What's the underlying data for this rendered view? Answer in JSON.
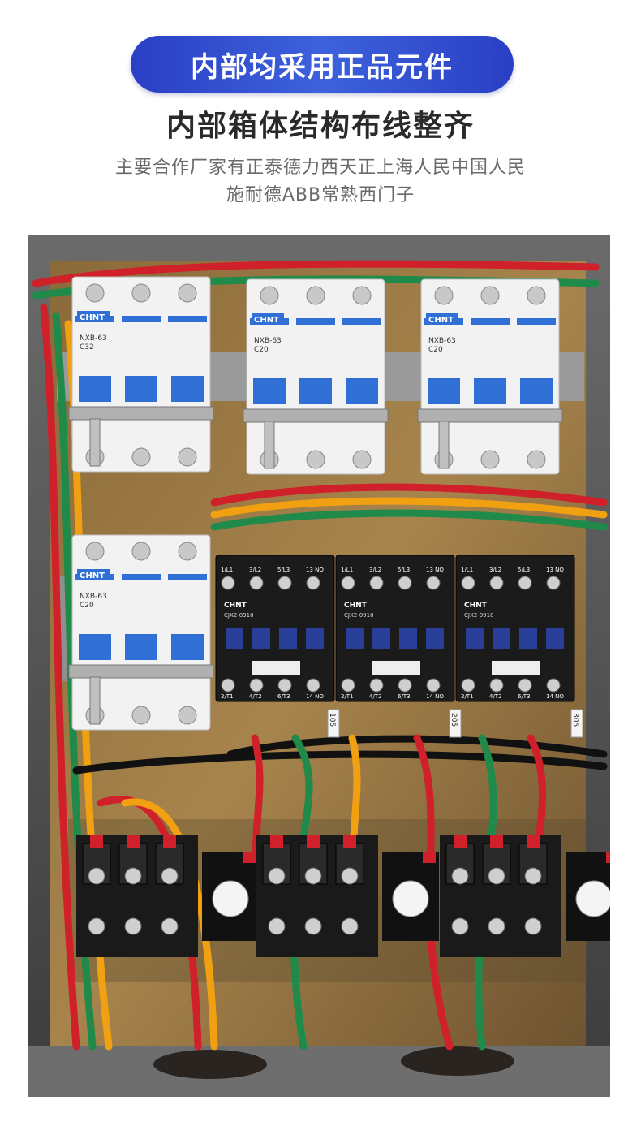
{
  "header": {
    "banner": "内部均采用正品元件",
    "subtitle": "内部箱体结构布线整齐",
    "desc_line1": "主要合作厂家有正泰德力西天正上海人民中国人民",
    "desc_line2": "施耐德ABB常熟西门子"
  },
  "photo": {
    "breakers": [
      {
        "brand": "CHNT",
        "model": "NXB-63",
        "rating": "C32"
      },
      {
        "brand": "CHNT",
        "model": "NXB-63",
        "rating": "C20"
      },
      {
        "brand": "CHNT",
        "model": "NXB-63",
        "rating": "C20"
      },
      {
        "brand": "CHNT",
        "model": "NXB-63",
        "rating": "C20"
      }
    ],
    "contactors": [
      {
        "brand": "CHNT",
        "model": "CJX2-0910"
      },
      {
        "brand": "CHNT",
        "model": "CJX2-0910"
      },
      {
        "brand": "CHNT",
        "model": "CJX2-0910"
      }
    ],
    "terminals_top": [
      "1/L1",
      "3/L2",
      "5/L3",
      "13 NO"
    ],
    "terminals_bottom": [
      "2/T1",
      "4/T2",
      "6/T3",
      "14 NO"
    ],
    "wire_markers": [
      "105",
      "205",
      "305"
    ]
  },
  "colors": {
    "banner": "#2f48cc",
    "breaker_blue": "#2f6fd6",
    "wire_red": "#d0202a",
    "wire_green": "#1f8a4a",
    "wire_yellow": "#f0a010"
  }
}
